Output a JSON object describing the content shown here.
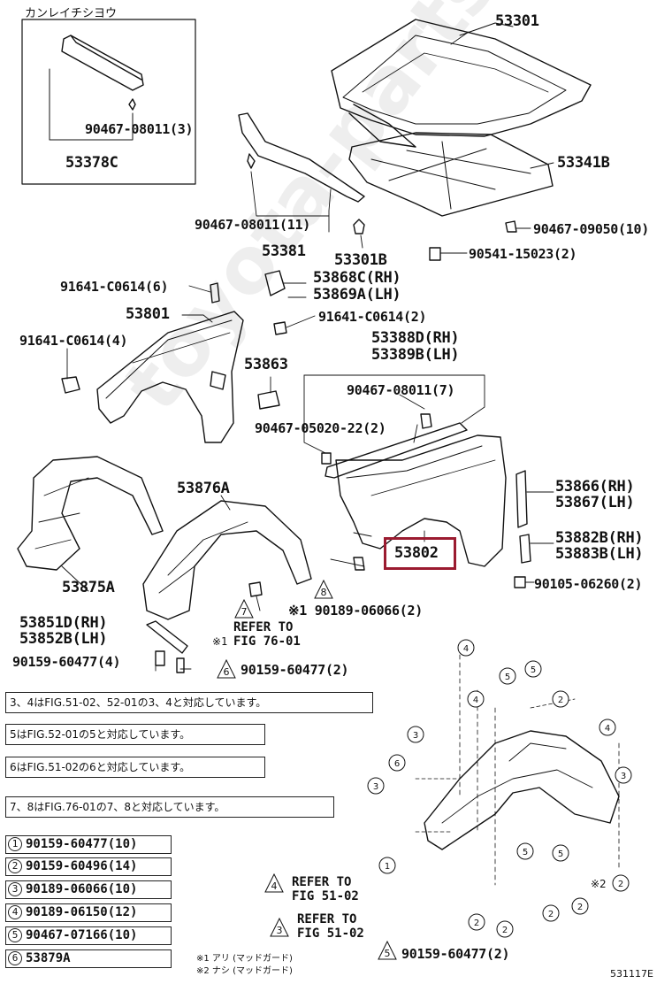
{
  "header_jp": "カンレイチシヨウ",
  "watermark": "toyota-parts.ru",
  "labels": {
    "p53301": "53301",
    "p53341B": "53341B",
    "p90467_09050": "90467-09050(10)",
    "p90541": "90541-15023(2)",
    "p53301B": "53301B",
    "p53381": "53381",
    "p90467_08011_11": "90467-08011(11)",
    "p90467_08011_3": "90467-08011(3)",
    "p53378C": "53378C",
    "p91641_6": "91641-C0614(6)",
    "p53868C": "53868C(RH)",
    "p53869A": "53869A(LH)",
    "p91641_2": "91641-C0614(2)",
    "p53801": "53801",
    "p91641_4": "91641-C0614(4)",
    "p53388D": "53388D(RH)",
    "p53389B": "53389B(LH)",
    "p53863": "53863",
    "p90467_08011_7": "90467-08011(7)",
    "p90467_05020": "90467-05020-22(2)",
    "p53876A": "53876A",
    "p53866": "53866(RH)",
    "p53867": "53867(LH)",
    "p53882B": "53882B(RH)",
    "p53883B": "53883B(LH)",
    "p53802": "53802",
    "p90105": "90105-06260(2)",
    "p53875A": "53875A",
    "p90189_2": "※1 90189-06066(2)",
    "p53851D": "53851D(RH)",
    "p53852B": "53852B(LH)",
    "p90159_4": "90159-60477(4)",
    "p90159_2a": "90159-60477(2)",
    "p90159_2b": "90159-60477(2)",
    "ref76_a": "REFER TO",
    "ref76_b": "FIG 76-01",
    "ref76_mark": "※1",
    "ref51_4a": "REFER TO",
    "ref51_4b": "FIG 51-02",
    "ref51_3a": "REFER TO",
    "ref51_3b": "FIG 51-02",
    "star2": "※2",
    "figno": "531117E"
  },
  "notes": [
    {
      "marks": "3,4",
      "text": "3、4はFIG.51-02、52-01の3、4と対応しています。"
    },
    {
      "marks": "5",
      "text": "5はFIG.52-01の5と対応しています。"
    },
    {
      "marks": "6",
      "text": "6はFIG.51-02の6と対応しています。"
    },
    {
      "marks": "7,8",
      "text": "7、8はFIG.76-01の7、8と対応しています。"
    }
  ],
  "legend": [
    {
      "num": "1",
      "part": "90159-60477(10)"
    },
    {
      "num": "2",
      "part": "90159-60496(14)"
    },
    {
      "num": "3",
      "part": "90189-06066(10)"
    },
    {
      "num": "4",
      "part": "90189-06150(12)"
    },
    {
      "num": "5",
      "part": "90467-07166(10)"
    },
    {
      "num": "6",
      "part": "53879A"
    }
  ],
  "footnotes": {
    "f1": "※1 アリ (マッドガード)",
    "f2": "※2 ナシ (マッドガード)"
  },
  "triangle_marks": [
    "7",
    "8",
    "6",
    "4",
    "3",
    "5"
  ],
  "highlight_color": "#9b1b30"
}
